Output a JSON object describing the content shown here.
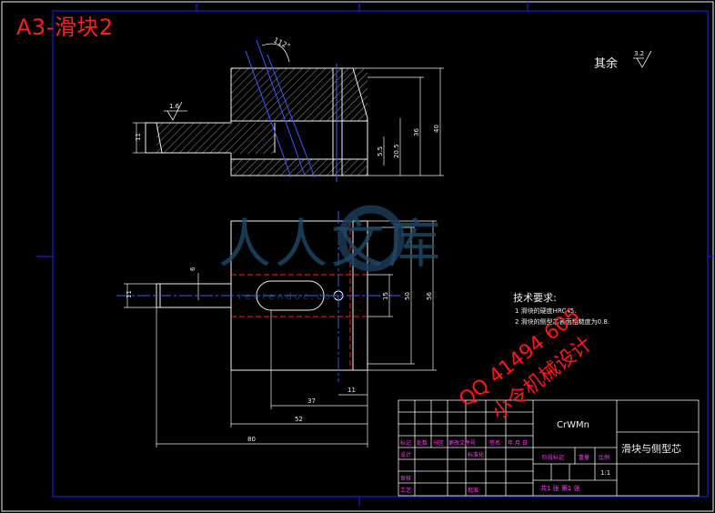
{
  "title": "A3-滑块2",
  "roughness": {
    "rest_label": "其余",
    "rest_value": "3.2",
    "face_value": "1.6",
    "angle": "112°"
  },
  "dims_front": {
    "d11": "11",
    "d36": "36",
    "d40": "40",
    "d5_5": "5.5",
    "d20_5": "20.5"
  },
  "dims_top": {
    "d6": "6",
    "d11": "11",
    "d15": "15",
    "d50": "50",
    "d56": "56",
    "d11b": "11",
    "d37": "37",
    "d52": "52",
    "d80": "80"
  },
  "tech": {
    "heading": "技术要求:",
    "line1": "1 滑块的硬度HRC45.",
    "line2": "2 滑块的侧型芯表面粗糙度为0.8."
  },
  "watermark": {
    "logo": "人人文库",
    "url": "r e n r e n d o c . c o m",
    "qq": "QQ 41494 605",
    "design": "小令机械设计"
  },
  "titleblock": {
    "material": "CrWMn",
    "part_name": "滑块与侧型芯",
    "h_mark": "标记",
    "h_count": "处数",
    "h_zone": "分区",
    "h_doc": "更改文件号",
    "h_sign": "签名",
    "h_date": "年.月.日",
    "r_design": "设计",
    "r_std": "标准化",
    "r_review": "审核",
    "r_process": "工艺",
    "r_approve": "批准",
    "stage": "阶段标记",
    "weight": "重量",
    "scale_label": "比例",
    "scale": "1:1",
    "sheets": "共1 张 第1 张"
  }
}
